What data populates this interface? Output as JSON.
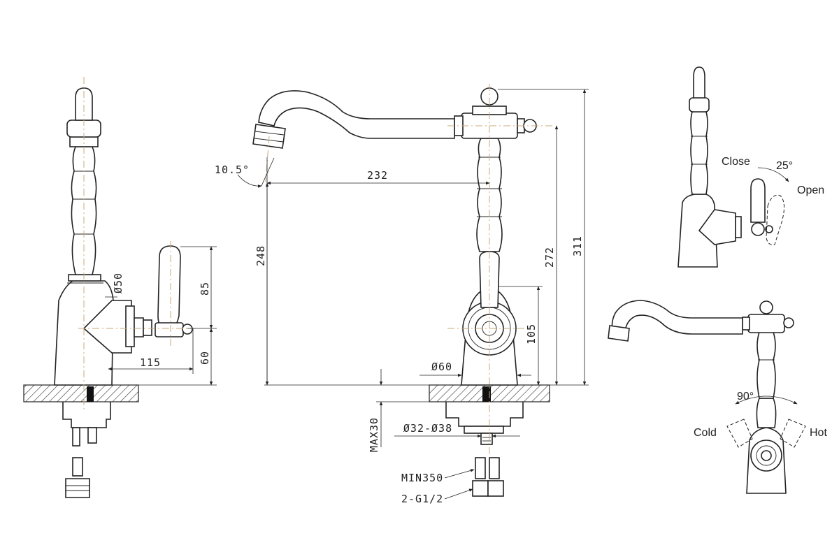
{
  "dimensions": {
    "angle_spout": "10.5°",
    "reach": "232",
    "height_spout": "248",
    "height_lever": "272",
    "height_total": "311",
    "height_handle": "105",
    "base_diameter": "Ø60",
    "hole_diameter": "Ø32-Ø38",
    "max_thickness": "MAX30",
    "hose_length": "MIN350",
    "connection": "2-G1/2",
    "side_handle_height": "85",
    "side_base_height": "60",
    "side_handle_reach": "115",
    "side_body_diameter": "Ø50"
  },
  "labels": {
    "close": "Close",
    "open": "Open",
    "lever_angle": "25°",
    "cold": "Cold",
    "hot": "Hot",
    "rotation": "90°"
  }
}
